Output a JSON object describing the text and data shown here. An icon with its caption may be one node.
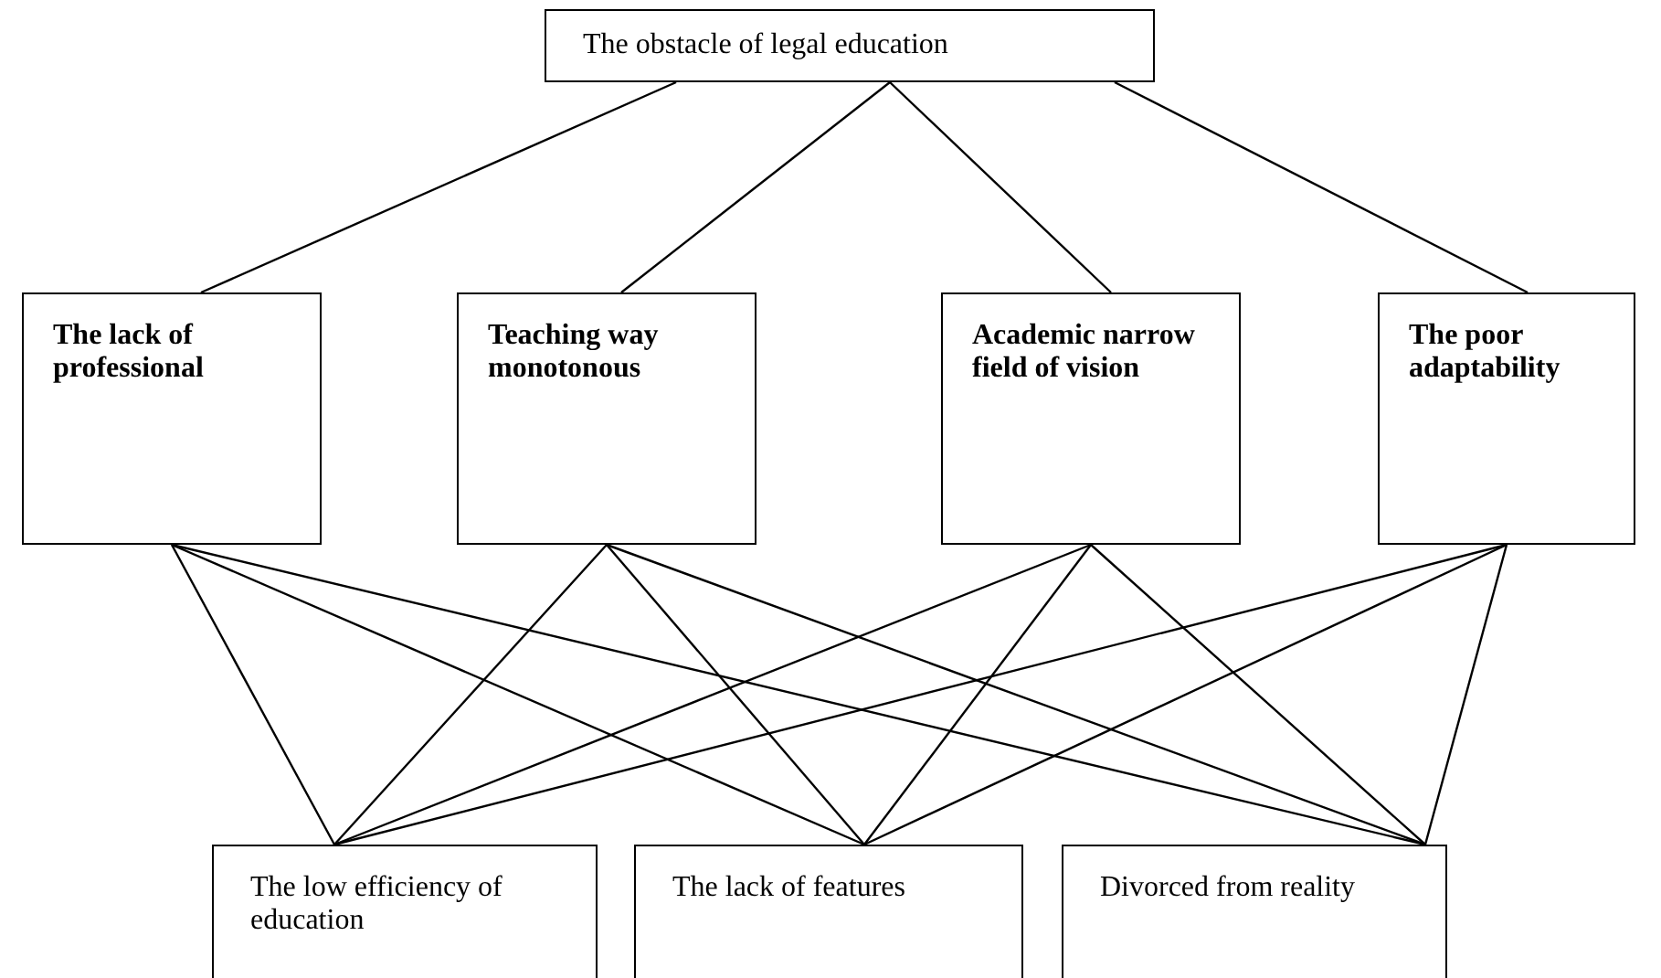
{
  "diagram": {
    "nodes": [
      {
        "text": [
          "The obstacle of legal education"
        ]
      },
      {
        "text": [
          "The lack of professional"
        ]
      },
      {
        "text": [
          "Teaching way monotonous"
        ]
      },
      {
        "text": [
          "Academic narrow field of vision"
        ]
      },
      {
        "text": [
          "The poor adaptability"
        ]
      },
      {
        "text": [
          "The low efficiency of education"
        ]
      },
      {
        "text": [
          "The lack of features"
        ]
      },
      {
        "text": [
          "Divorced from reality"
        ]
      }
    ],
    "edges": [
      {
        "from": 0,
        "to": 1,
        "arrow": "none"
      },
      {
        "from": 0,
        "to": 2,
        "arrow": "none"
      },
      {
        "from": 0,
        "to": 3,
        "arrow": "none"
      },
      {
        "from": 0,
        "to": 4,
        "arrow": "none"
      },
      {
        "from": 1,
        "to": 5,
        "arrow": "none"
      },
      {
        "from": 1,
        "to": 6,
        "arrow": "none"
      },
      {
        "from": 1,
        "to": 7,
        "arrow": "none"
      },
      {
        "from": 2,
        "to": 5,
        "arrow": "none"
      },
      {
        "from": 2,
        "to": 6,
        "arrow": "none"
      },
      {
        "from": 2,
        "to": 7,
        "arrow": "none"
      },
      {
        "from": 3,
        "to": 5,
        "arrow": "none"
      },
      {
        "from": 3,
        "to": 6,
        "arrow": "none"
      },
      {
        "from": 3,
        "to": 7,
        "arrow": "none"
      },
      {
        "from": 4,
        "to": 5,
        "arrow": "none"
      },
      {
        "from": 4,
        "to": 6,
        "arrow": "none"
      },
      {
        "from": 4,
        "to": 7,
        "arrow": "none"
      }
    ]
  }
}
